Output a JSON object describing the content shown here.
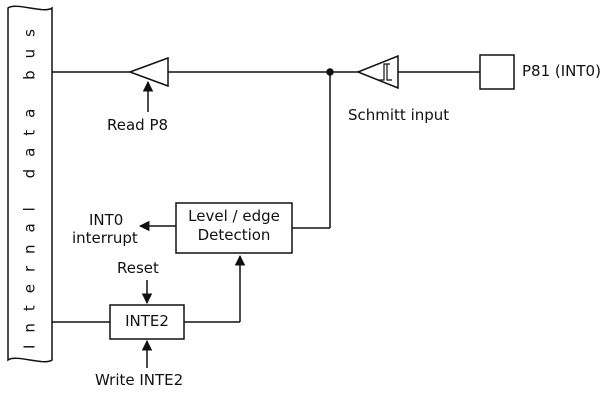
{
  "bus_label": "Internal data bus",
  "labels": {
    "read_p8": "Read P8",
    "schmitt": "Schmitt input",
    "pin": "P81 (INT0)",
    "level_edge_1": "Level / edge",
    "level_edge_2": "Detection",
    "int0_1": "INT0",
    "int0_2": "interrupt",
    "reset": "Reset",
    "inte2": "INTE2",
    "write_inte2": "Write INTE2"
  }
}
